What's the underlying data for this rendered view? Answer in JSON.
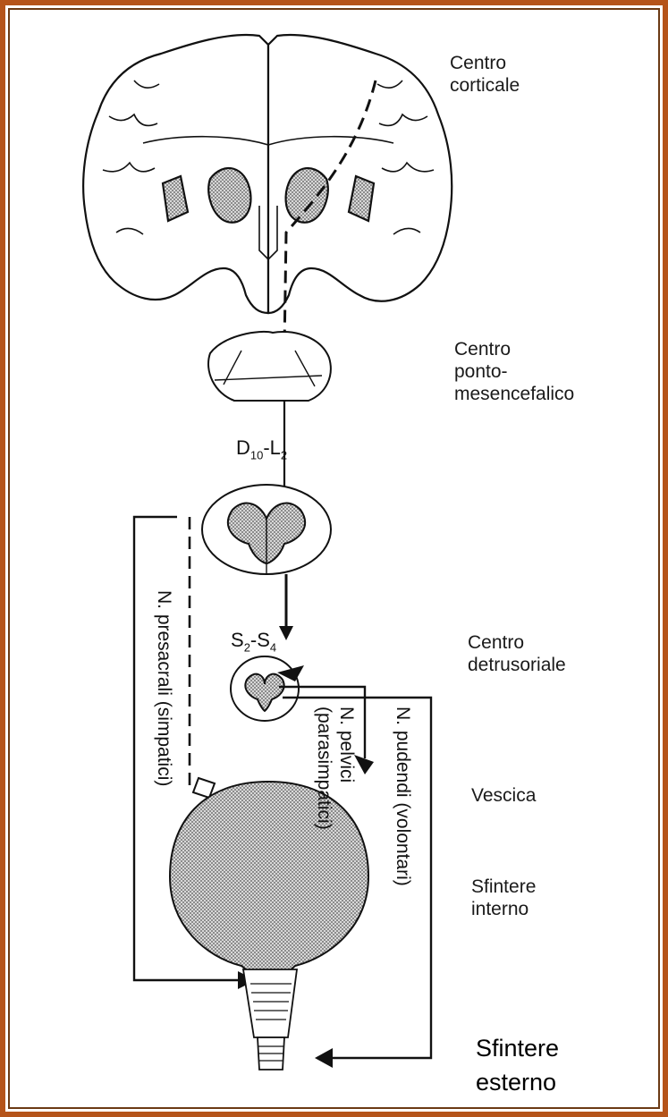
{
  "labels": {
    "centro_corticale": [
      "Centro",
      "corticale"
    ],
    "centro_ponto": [
      "Centro",
      "ponto-",
      "mesencefalico"
    ],
    "centro_detrusoriale": [
      "Centro",
      "detrusoriale"
    ],
    "vescica": "Vescica",
    "sfintere_interno": [
      "Sfintere",
      "interno"
    ],
    "sfintere_esterno": [
      "Sfintere",
      "esterno"
    ]
  },
  "segments": {
    "d10_l2": {
      "a": "D",
      "a_sub": "10",
      "dash": "-L",
      "b_sub": "2"
    },
    "s2_s4": {
      "a": "S",
      "a_sub": "2",
      "dash": "-S",
      "b_sub": "4"
    }
  },
  "nerves": {
    "presacrali": "N. presacrali (simpatici)",
    "pelvici": [
      "N. pelvici",
      "(parasimpatici)"
    ],
    "pudendi": "N. pudendi (volontari)"
  },
  "colors": {
    "frame": "#b5541a",
    "inner_frame": "#6b3a14",
    "ink": "#111111",
    "stipple": "#777777"
  }
}
